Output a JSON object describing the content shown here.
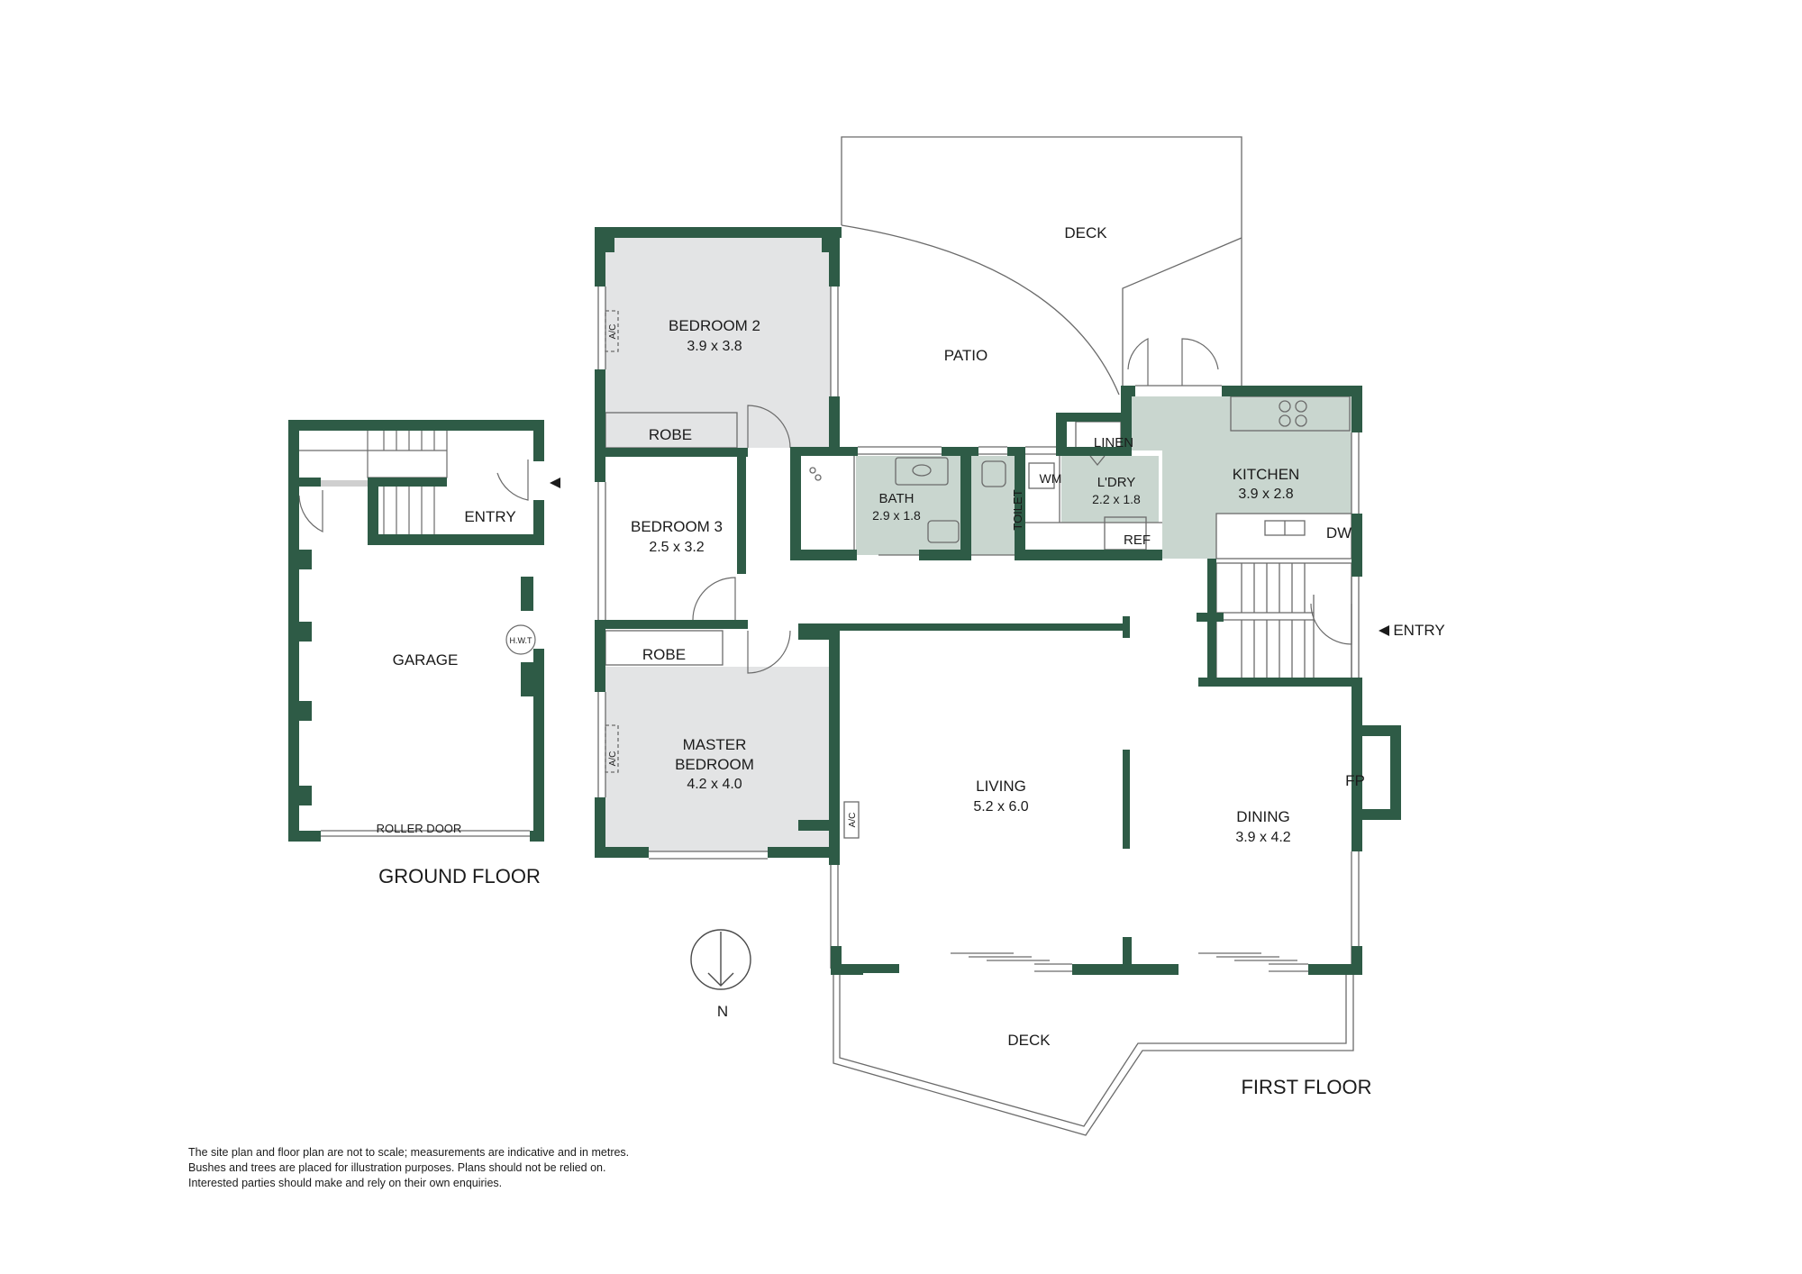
{
  "colors": {
    "wall": "#2e5b46",
    "room_grey": "#e3e4e5",
    "room_green": "#c9d6cf",
    "line": "#6b6b6b",
    "text": "#1b1b1b",
    "background": "#ffffff"
  },
  "ground_floor": {
    "title": "GROUND FLOOR",
    "rooms": {
      "garage": "GARAGE",
      "entry": "ENTRY",
      "hwt": "H.W.T",
      "roller_door": "ROLLER DOOR"
    }
  },
  "first_floor": {
    "title": "FIRST FLOOR",
    "rooms": {
      "bedroom2": {
        "name": "BEDROOM 2",
        "dims": "3.9 x 3.8"
      },
      "bedroom3": {
        "name": "BEDROOM 3",
        "dims": "2.5 x 3.2"
      },
      "master": {
        "name_line1": "MASTER",
        "name_line2": "BEDROOM",
        "dims": "4.2 x 4.0"
      },
      "bath": {
        "name": "BATH",
        "dims": "2.9 x 1.8"
      },
      "laundry": {
        "name": "L'DRY",
        "dims": "2.2 x 1.8"
      },
      "kitchen": {
        "name": "KITCHEN",
        "dims": "3.9 x 2.8"
      },
      "living": {
        "name": "LIVING",
        "dims": "5.2 x 6.0"
      },
      "dining": {
        "name": "DINING",
        "dims": "3.9 x 4.2"
      },
      "robe_top": "ROBE",
      "robe_bottom": "ROBE",
      "toilet": "TOILET",
      "linen": "LINEN",
      "wm": "WM",
      "ref": "REF",
      "dw": "DW",
      "fp": "FP",
      "ac_bed2": "A/C",
      "ac_master": "A/C",
      "ac_living": "A/C",
      "patio": "PATIO",
      "deck_top": "DECK",
      "deck_bottom": "DECK",
      "entry": "ENTRY"
    }
  },
  "compass": {
    "label": "N",
    "icon": "north-arrow-icon"
  },
  "disclaimer": {
    "line1": "The site plan and floor plan are not to scale; measurements are indicative and in metres.",
    "line2": "Bushes and trees are placed for illustration purposes. Plans should not be relied on.",
    "line3": "Interested parties should make and rely on their own enquiries."
  }
}
